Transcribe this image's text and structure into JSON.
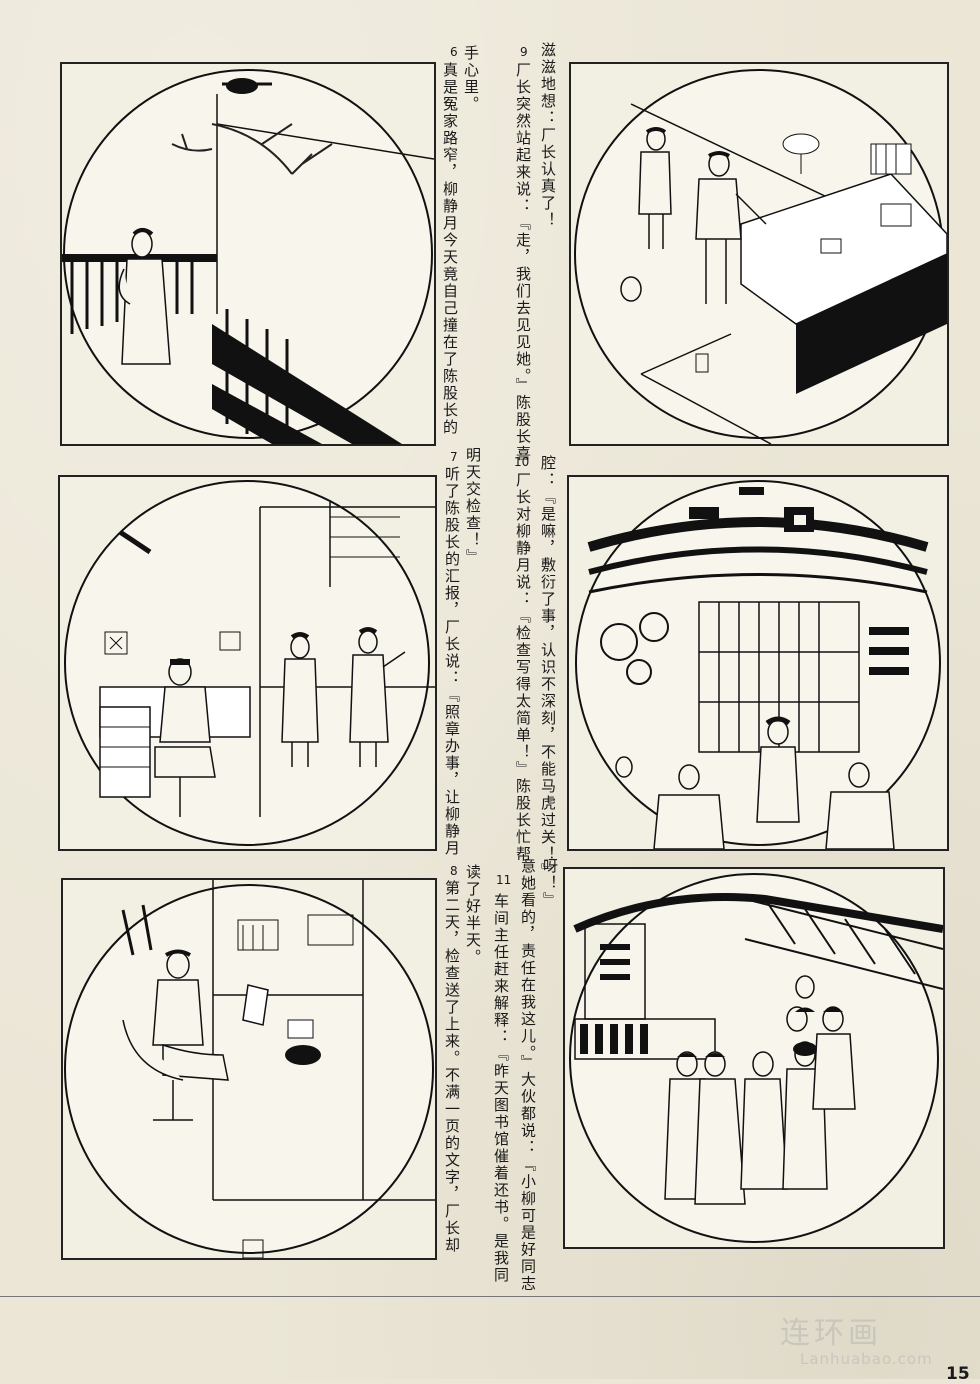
{
  "captions": {
    "p6": {
      "number": "6",
      "lines": [
        "手心里。",
        "真是冤家路窄，柳静月今天竟自己撞在了陈股长的"
      ]
    },
    "p7": {
      "number": "7",
      "lines": [
        "明天交检查！』",
        "听了陈股长的汇报，厂长说：『照章办事，让柳静月"
      ]
    },
    "p8": {
      "number": "8",
      "lines": [
        "读了好半天。",
        "第二天，检查送了上来。不满一页的文字，厂长却"
      ]
    },
    "p9": {
      "number": "9",
      "lines": [
        "滋滋地想：厂长认真了！",
        "厂长突然站起来说：『走，我们去见见她。』陈股长喜"
      ]
    },
    "p10": {
      "number": "10",
      "lines": [
        "腔：『是嘛，敷衍了事，认识不深刻，不能马虎过关！』",
        "厂长对柳静月说：『检查写得太简单！』陈股长忙帮"
      ]
    },
    "p11": {
      "number": "11",
      "lines": [
        "呀！』",
        "意她看的，责任在我这儿。』大伙都说：『小柳可是好同志",
        "车间主任赶来解释：『昨天图书馆催着还书。是我同"
      ]
    }
  },
  "footer": {
    "page_number": "15",
    "watermark": "连环画",
    "watermark_url": "Lanhuabao.com"
  }
}
